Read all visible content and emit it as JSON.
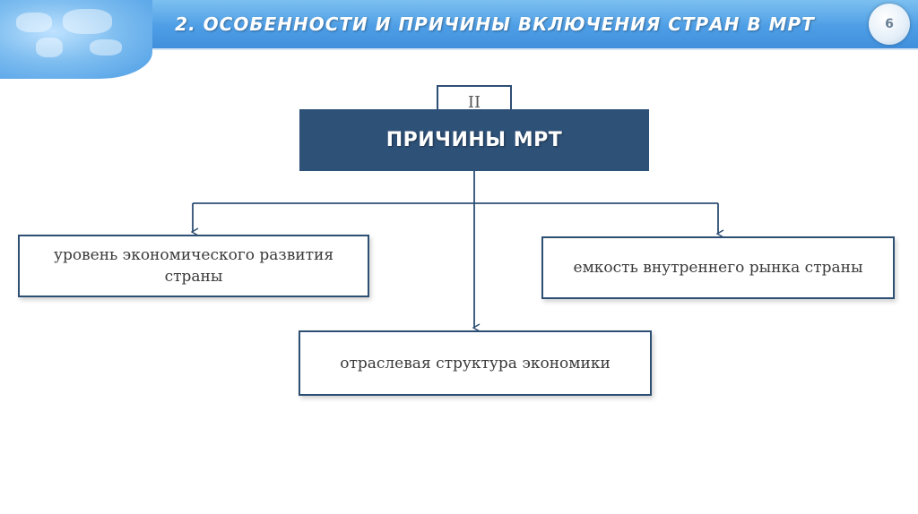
{
  "header": {
    "title": "2. ОСОБЕННОСТИ И ПРИЧИНЫ ВКЛЮЧЕНИЯ СТРАН В МРТ",
    "page_number": "6"
  },
  "diagram": {
    "section_numeral": "II",
    "main_label": "ПРИЧИНЫ МРТ",
    "causes": [
      "уровень экономического развития страны",
      "емкость внутреннего рынка страны",
      "отраслевая структура экономики"
    ]
  },
  "colors": {
    "header_blue": "#4e9ee6",
    "main_box": "#2e5178",
    "border": "#2e4f74",
    "connector": "#2e4f74"
  }
}
